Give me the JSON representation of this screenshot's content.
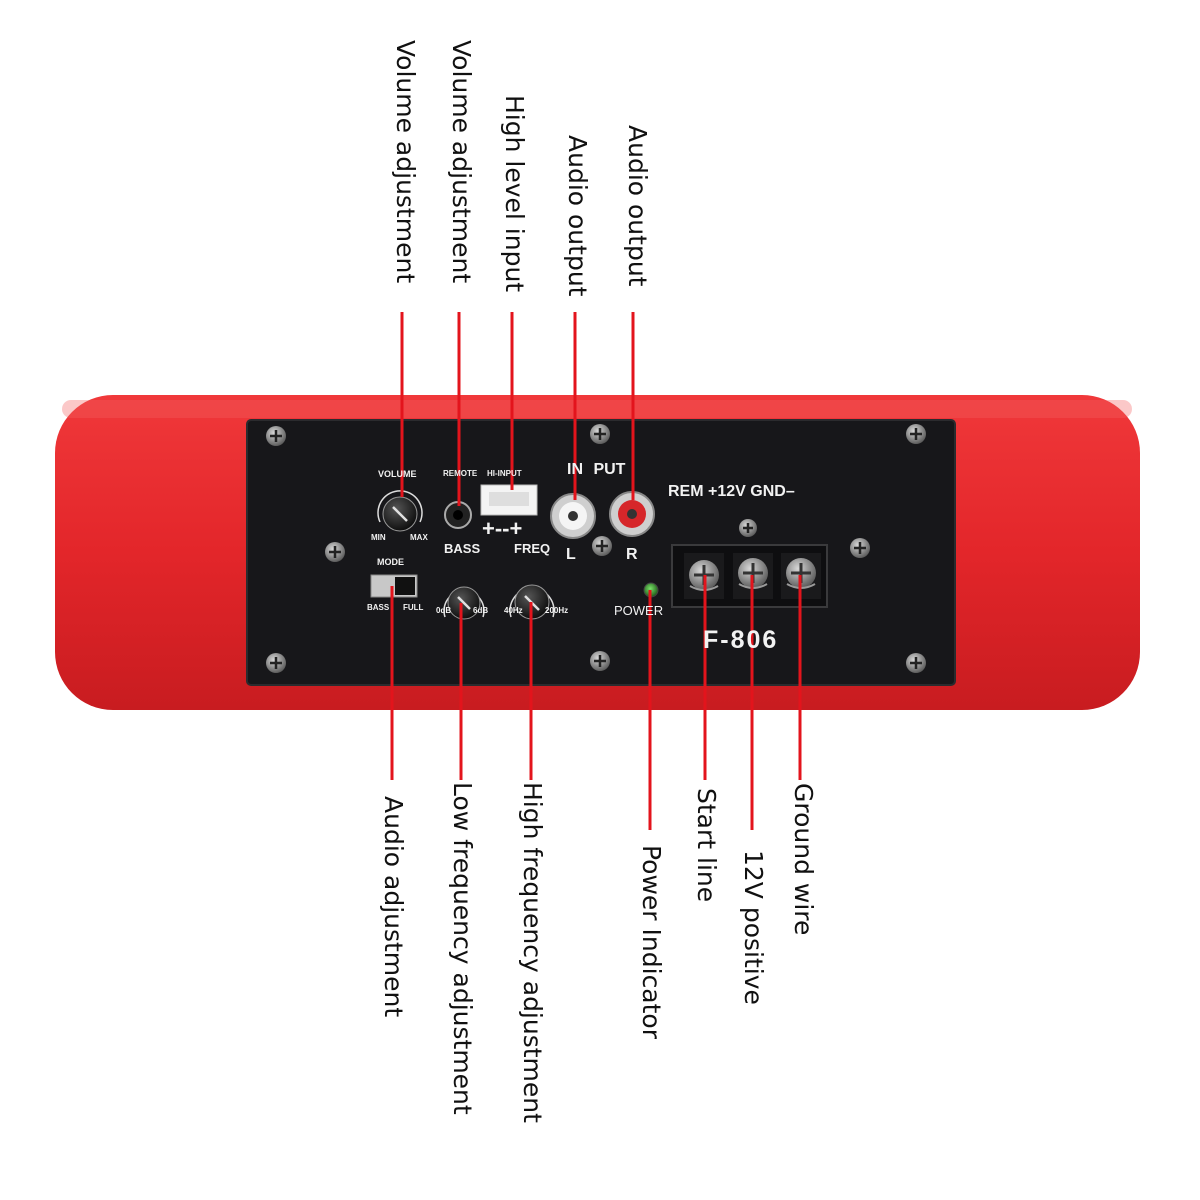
{
  "colors": {
    "body": "#e8282c",
    "panel": "#17171a",
    "leader": "#e3141c",
    "label": "#111111",
    "silk": "#f2f2f2"
  },
  "labels_top": [
    "Volume adjustment",
    "Volume adjustment",
    "High level input",
    "Audio output",
    "Audio output"
  ],
  "labels_bottom": [
    "Audio adjustment",
    "Low frequency adjustment",
    "High frequency adjustment",
    "Power Indicator",
    "Start line",
    "12V positive",
    "Ground wire"
  ],
  "panel": {
    "volume": "VOLUME",
    "vol_min": "MIN",
    "vol_max": "MAX",
    "remote": "REMOTE",
    "hi_input": "HI-INPUT",
    "hi_polarity": "+--+",
    "input": "IN PUT",
    "left": "L",
    "right": "R",
    "mode": "MODE",
    "mode_bass": "BASS",
    "mode_full": "FULL",
    "bass": "BASS",
    "bass_min": "0dB",
    "bass_max": "6dB",
    "freq": "FREQ",
    "freq_min": "40Hz",
    "freq_max": "200Hz",
    "power": "POWER",
    "terminals": "REM +12V GND–",
    "model": "F-806"
  }
}
